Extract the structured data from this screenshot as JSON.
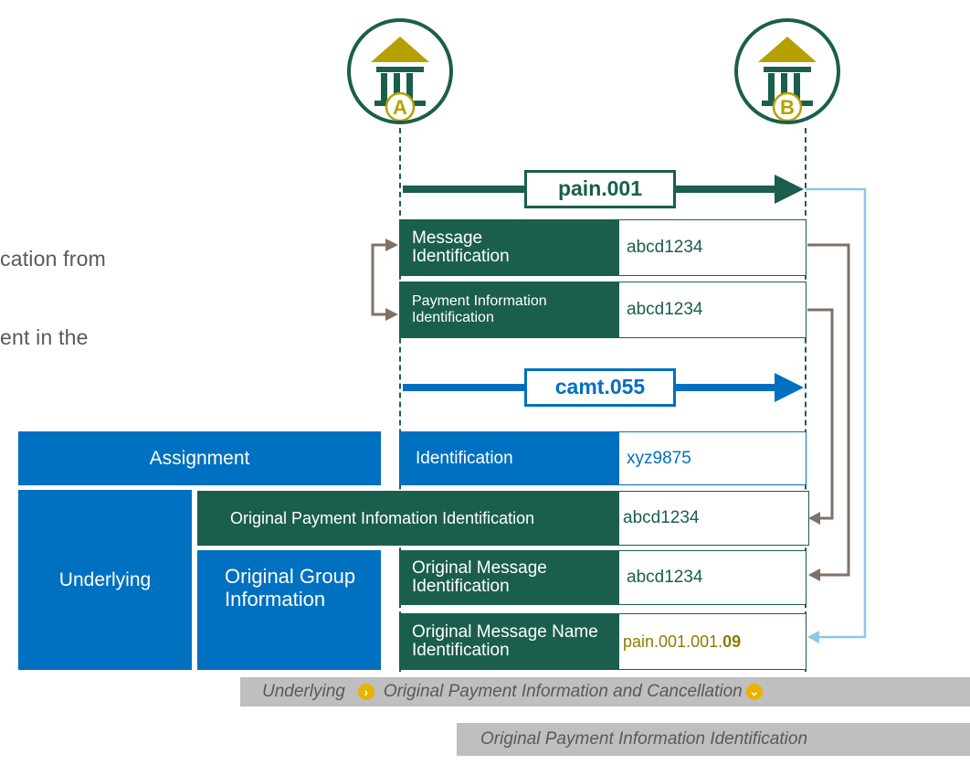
{
  "left_text": {
    "line1": "cation from",
    "line2": "ent in the"
  },
  "banks": [
    {
      "name": "bank-a",
      "letter": "A"
    },
    {
      "name": "bank-b",
      "letter": "B"
    }
  ],
  "messages": {
    "pain": "pain.001",
    "camt": "camt.055"
  },
  "pain_fields": [
    {
      "label": "Message Identification",
      "value": "abcd1234"
    },
    {
      "label": "Payment Information Identification",
      "value": "abcd1234"
    }
  ],
  "camt": {
    "assignment_label": "Assignment",
    "underlying_label": "Underlying",
    "ogi_label": "Original Group Information",
    "identification_label": "Identification",
    "identification_value": "xyz9875",
    "opi_label": "Original Payment Infomation Identification",
    "opi_value": "abcd1234",
    "omi_label": "Original Message Identification",
    "omi_value": "abcd1234",
    "omni_label": "Original Message Name Identification",
    "omni_value_prefix": "pain.001.001.",
    "omni_value_suffix": "09"
  },
  "breadcrumb": {
    "item1": "Underlying",
    "item2": "Original Payment Information and Cancellation",
    "item3": "Original Payment Information Identification"
  },
  "colors": {
    "dark_green": "#1a5e4e",
    "blue": "#0070c0",
    "light_blue": "#8fc6ea",
    "brown_arrow": "#7f7166",
    "gold": "#b5a000",
    "breadcrumb_bg": "#bfbfbf"
  }
}
